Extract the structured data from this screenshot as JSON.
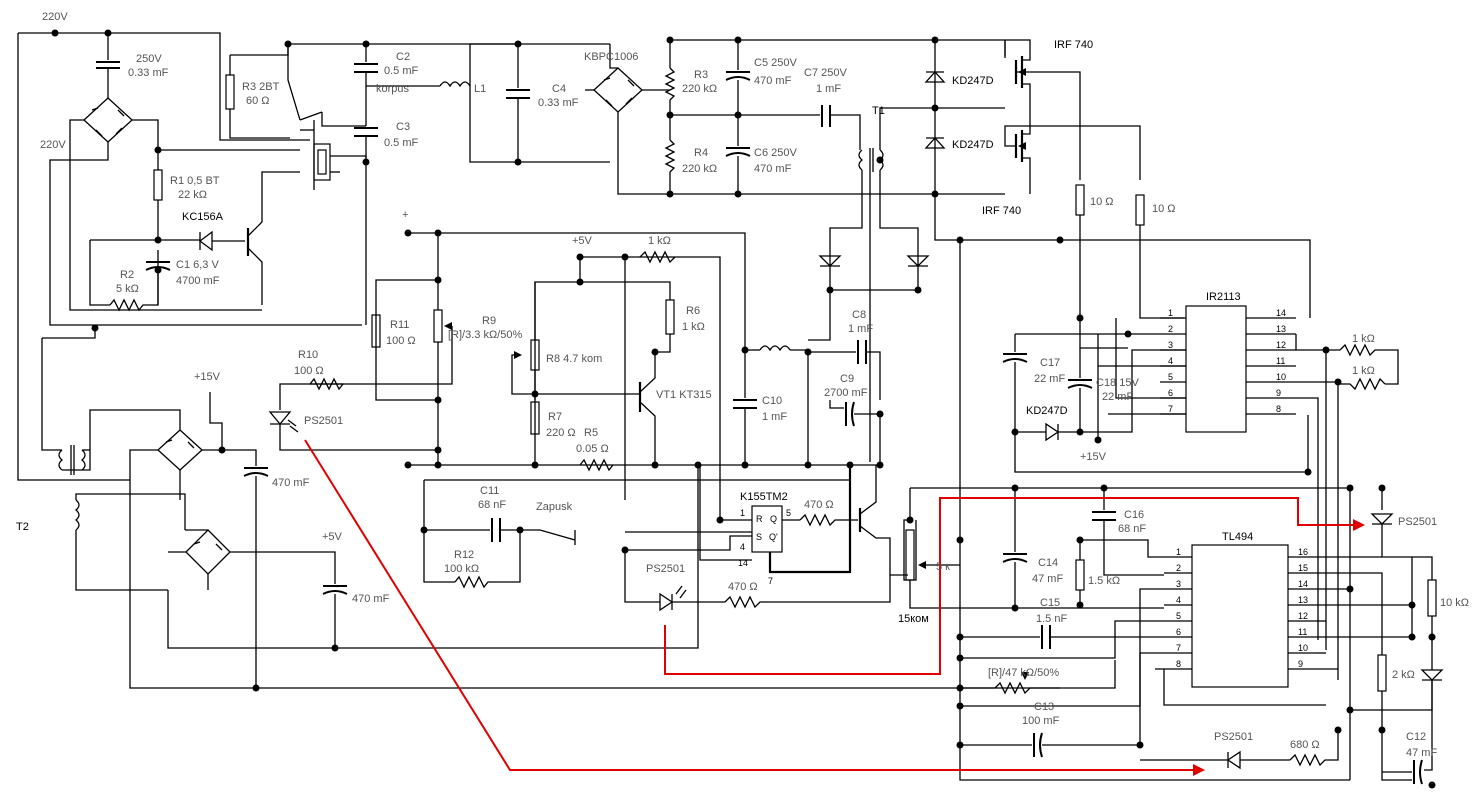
{
  "labels": {
    "v220_top": "220V",
    "v220_mid": "220V",
    "c_in": [
      "250V",
      "0.33 mF"
    ],
    "r3": [
      "R3 2BT",
      "60 Ω"
    ],
    "c2": [
      "C2",
      "0.5 mF",
      "korpus"
    ],
    "c3": [
      "C3",
      "0.5 mF"
    ],
    "l1": "L1",
    "c4": [
      "C4",
      "0.33 mF"
    ],
    "kbpc": "KBPC1006",
    "r3b": [
      "R3",
      "220 kΩ"
    ],
    "r4": [
      "R4",
      "220 kΩ"
    ],
    "c5": [
      "C5 250V",
      "470 mF"
    ],
    "c6": [
      "C6 250V",
      "470 mF"
    ],
    "c7": [
      "C7 250V",
      "1 mF"
    ],
    "t1": "T1",
    "kd1": "KD247D",
    "kd2": "KD247D",
    "irf_top": "IRF 740",
    "irf_bot": "IRF 740",
    "r10a": "10 Ω",
    "r10b": "10 Ω",
    "r1": [
      "R1 0,5 BT",
      "22 kΩ"
    ],
    "kc156": "KC156A",
    "r2": [
      "R2",
      "5 kΩ"
    ],
    "c1": [
      "C1 6,3 V",
      "4700 mF"
    ],
    "plus": "+",
    "p5v_top": "+5V",
    "r1k_top": "1 kΩ",
    "r6": [
      "R6",
      "1 kΩ"
    ],
    "r11": [
      "R11",
      "100 Ω"
    ],
    "r9": [
      "R9",
      "[R]/3.3 kΩ/50%"
    ],
    "r8": "R8 4.7 kom",
    "vt1": "VT1 KT315",
    "r7": [
      "R7",
      "220 Ω"
    ],
    "r5": [
      "R5",
      "0.05 Ω"
    ],
    "r10": [
      "R10",
      "100 Ω"
    ],
    "ps1": "PS2501",
    "p15v": "+15V",
    "t2": "T2",
    "c470a": "470 mF",
    "p5v_mid": "+5V",
    "c470b": "470 mF",
    "c8": [
      "C8",
      "1 mF"
    ],
    "c9": [
      "C9",
      "2700 mF"
    ],
    "c10": [
      "C10",
      "1 mF"
    ],
    "c11": [
      "C11",
      "68 nF"
    ],
    "zapusk": "Zapusk",
    "r12": [
      "R12",
      "100 kΩ"
    ],
    "k155": "K155TM2",
    "r470a": "470 Ω",
    "ps2": "PS2501",
    "r470b": "470 Ω",
    "ir2113": "IR2113",
    "c17": [
      "C17",
      "22 mF"
    ],
    "c18": [
      "C18 15V",
      "22 mF"
    ],
    "kd3": "KD247D",
    "p15v_b": "+15V",
    "r1k_a": "1 kΩ",
    "r1k_b": "1 kΩ",
    "c16": [
      "C16",
      "68 nF"
    ],
    "tl494": "TL494",
    "ps3": "PS2501",
    "c14": [
      "C14",
      "47 mF"
    ],
    "r15k": "1.5 kΩ",
    "c15": [
      "C15",
      "1.5 nF"
    ],
    "k15": "15ком",
    "r5k": "5 к",
    "r10k": "10 kΩ",
    "r47": "[R]/47 kΩ/50%",
    "c13": [
      "C13",
      "100 mF"
    ],
    "ps4": "PS2501",
    "r680": "680 Ω",
    "r2k": "2 kΩ",
    "c12": [
      "C12",
      "47 mF"
    ]
  },
  "pins": {
    "ir_left": [
      "1",
      "2",
      "3",
      "4",
      "5",
      "6",
      "7"
    ],
    "ir_right": [
      "14",
      "13",
      "12",
      "11",
      "10",
      "9",
      "8"
    ],
    "tl_left": [
      "1",
      "2",
      "3",
      "4",
      "5",
      "6",
      "7",
      "8"
    ],
    "tl_right": [
      "16",
      "15",
      "14",
      "13",
      "12",
      "11",
      "10",
      "9"
    ],
    "ff": {
      "p1": "1",
      "p5": "5",
      "p4": "4",
      "p14": "14",
      "p7": "7",
      "r": "R",
      "s": "S",
      "q": "Q",
      "qn": "Q'"
    }
  },
  "colors": {
    "wire": "#000000",
    "signal": "#e00000",
    "label": "#555555"
  }
}
